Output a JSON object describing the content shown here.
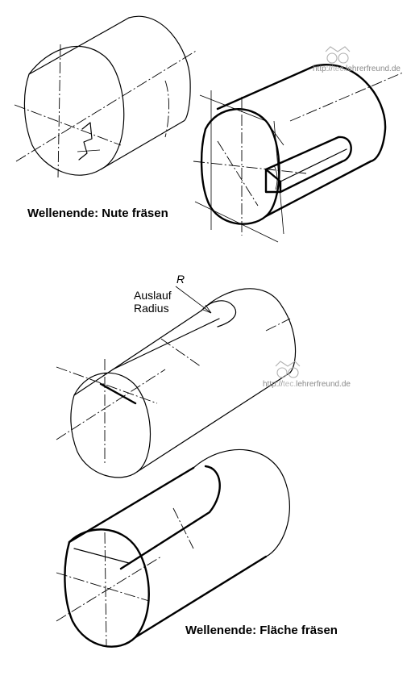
{
  "captions": {
    "top": "Wellenende: Nute fräsen",
    "bottom": "Wellenende: Fläche fräsen"
  },
  "annotations": {
    "auslauf_line1": "Auslauf",
    "auslauf_line2": "Radius",
    "radius_symbol": "R"
  },
  "watermark": {
    "prefix": "http://",
    "highlight": "tec.",
    "suffix": "lehrerfreund.de"
  }
}
